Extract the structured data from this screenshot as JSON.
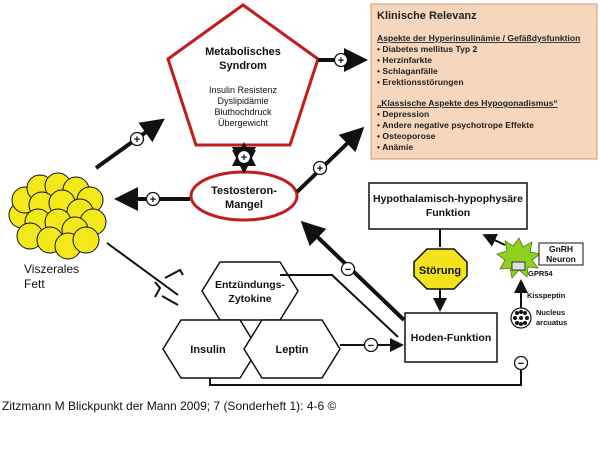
{
  "metabolic": {
    "title_line1": "Metabolisches",
    "title_line2": "Syndrom",
    "items": [
      "Insulin Resistenz",
      "Dyslipidämie",
      "Bluthochdruck",
      "Übergewicht"
    ]
  },
  "testosterone": {
    "line1": "Testosteron-",
    "line2": "Mangel"
  },
  "fat": {
    "line1": "Viszerales",
    "line2": "Fett"
  },
  "clinical": {
    "title": "Klinische Relevanz",
    "section1_heading": "Aspekte der Hyperinsulinämie / Gefäßdysfunktion",
    "section1_items": [
      "• Diabetes mellitus Typ 2",
      "• Herzinfarkte",
      "• Schlaganfälle",
      "• Erektionsstörungen"
    ],
    "section2_heading": "„Klassische Aspekte des Hypogonadismus“",
    "section2_items": [
      "• Depression",
      "• Andere negative psychotrope Effekte",
      "• Osteoporose",
      "• Anämie"
    ]
  },
  "hypothalamic": {
    "line1": "Hypothalamisch-hypophysäre",
    "line2": "Funktion"
  },
  "stoerung": "Störung",
  "hoden": "Hoden-Funktion",
  "hexagons": {
    "top_line1": "Entzündungs-",
    "top_line2": "Zytokine",
    "left": "Insulin",
    "right": "Leptin"
  },
  "neuro": {
    "gnrh_line1": "GnRH",
    "gnrh_line2": "Neuron",
    "gpr54": "GPR54",
    "kisspeptin": "Kisspeptin",
    "nucleus_line1": "Nucleus",
    "nucleus_line2": "arcuatus"
  },
  "signs": {
    "plus": "+",
    "minus": "−"
  },
  "caption": "Zitzmann M Blickpunkt der Mann 2009; 7 (Sonderheft 1): 4-6 ©",
  "colors": {
    "clinical_bg": "#f6d7be",
    "clinical_border": "#d09a70",
    "pentagon": "#c41a1a",
    "fat": "#f2e81a",
    "stoerung": "#f3e31c",
    "gnrh": "#8fd11d"
  }
}
